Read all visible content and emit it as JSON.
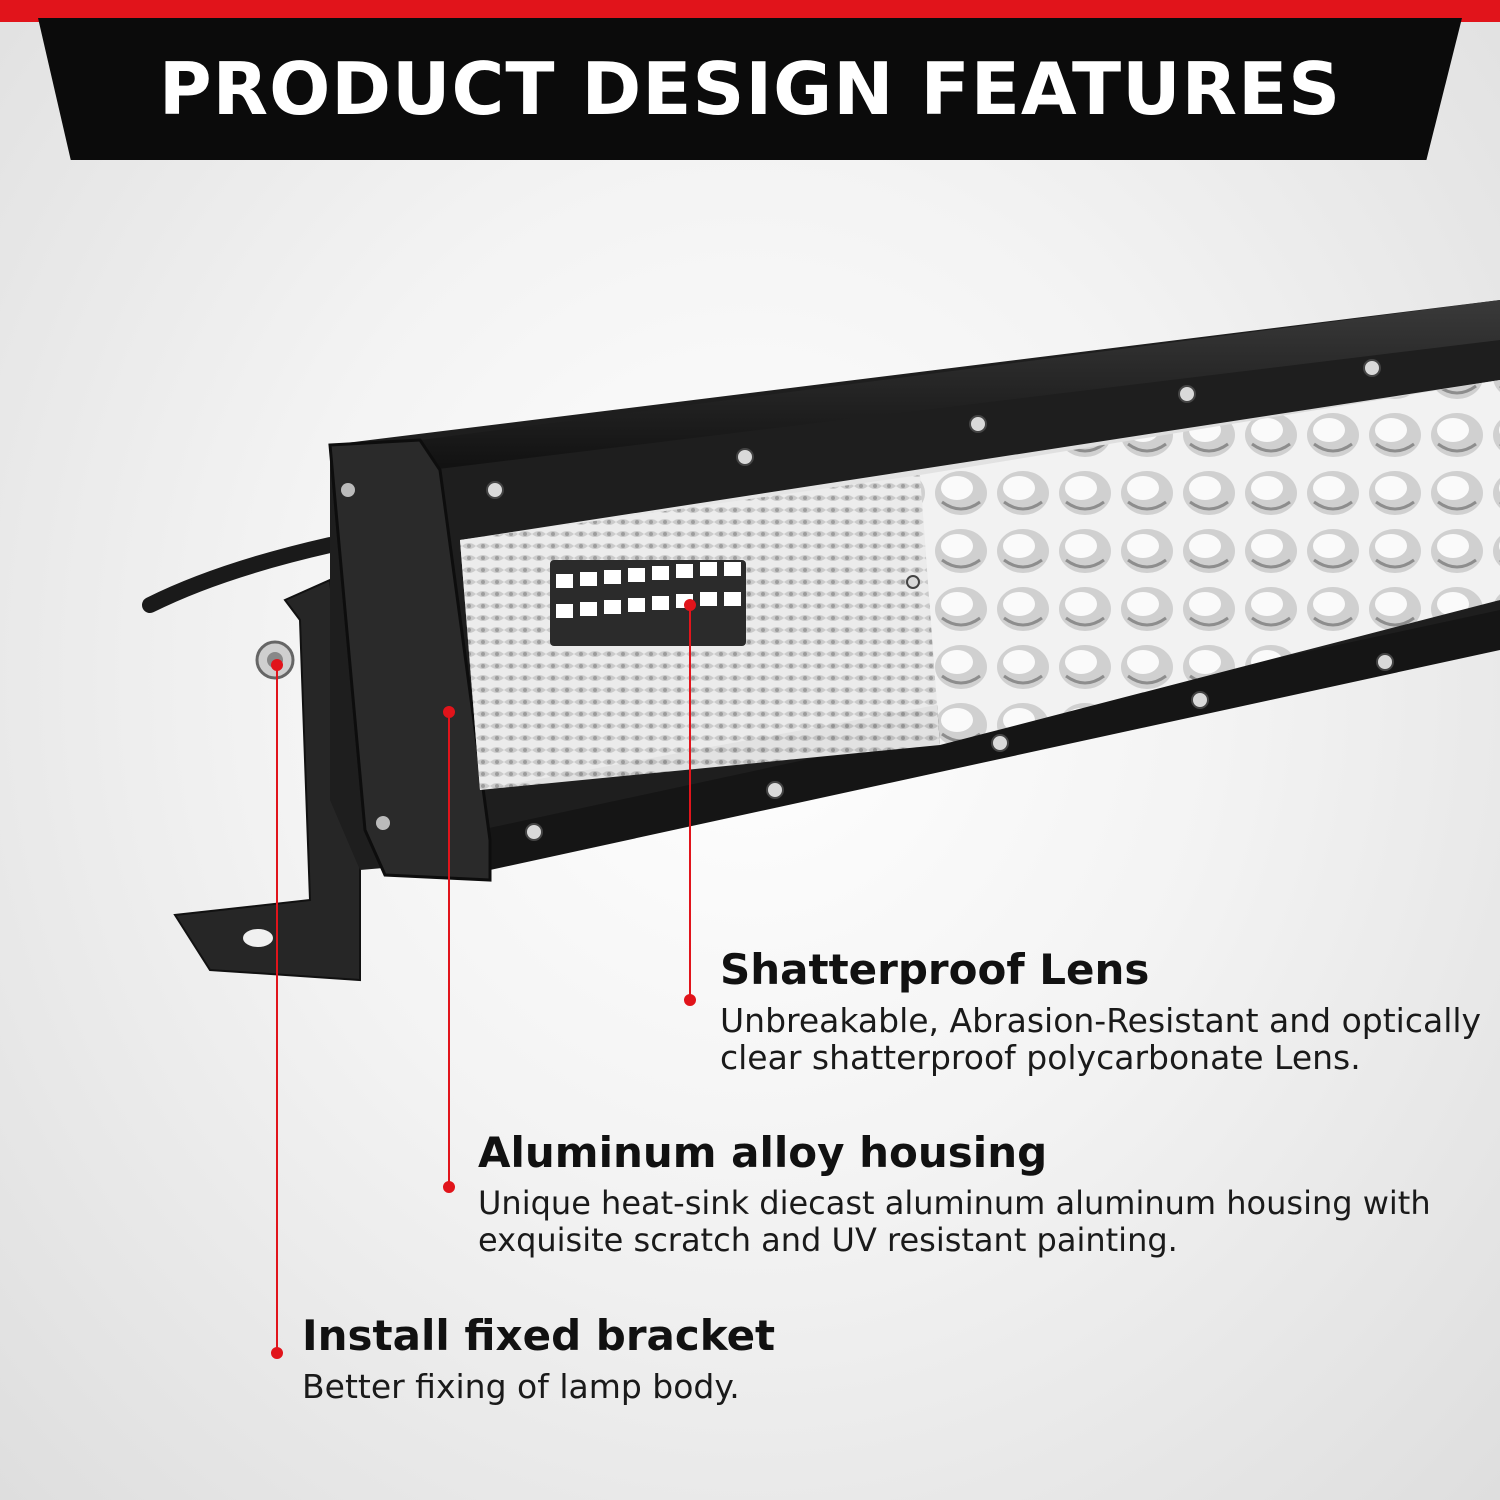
{
  "header": {
    "title": "PRODUCT DESIGN FEATURES"
  },
  "colors": {
    "accent": "#e1141b",
    "banner": "#0b0b0b",
    "callout_line": "#e1141b"
  },
  "features": [
    {
      "title": "Shatterproof Lens",
      "description_lines": [
        "Unbreakable, Abrasion-Resistant and optically",
        "clear shatterproof polycarbonate Lens."
      ]
    },
    {
      "title": "Aluminum alloy housing",
      "description_lines": [
        "Unique heat-sink diecast aluminum aluminum housing with",
        "exquisite scratch and UV resistant painting."
      ]
    },
    {
      "title": "Install fixed bracket",
      "description_lines": [
        "Better fixing of lamp body."
      ]
    }
  ]
}
